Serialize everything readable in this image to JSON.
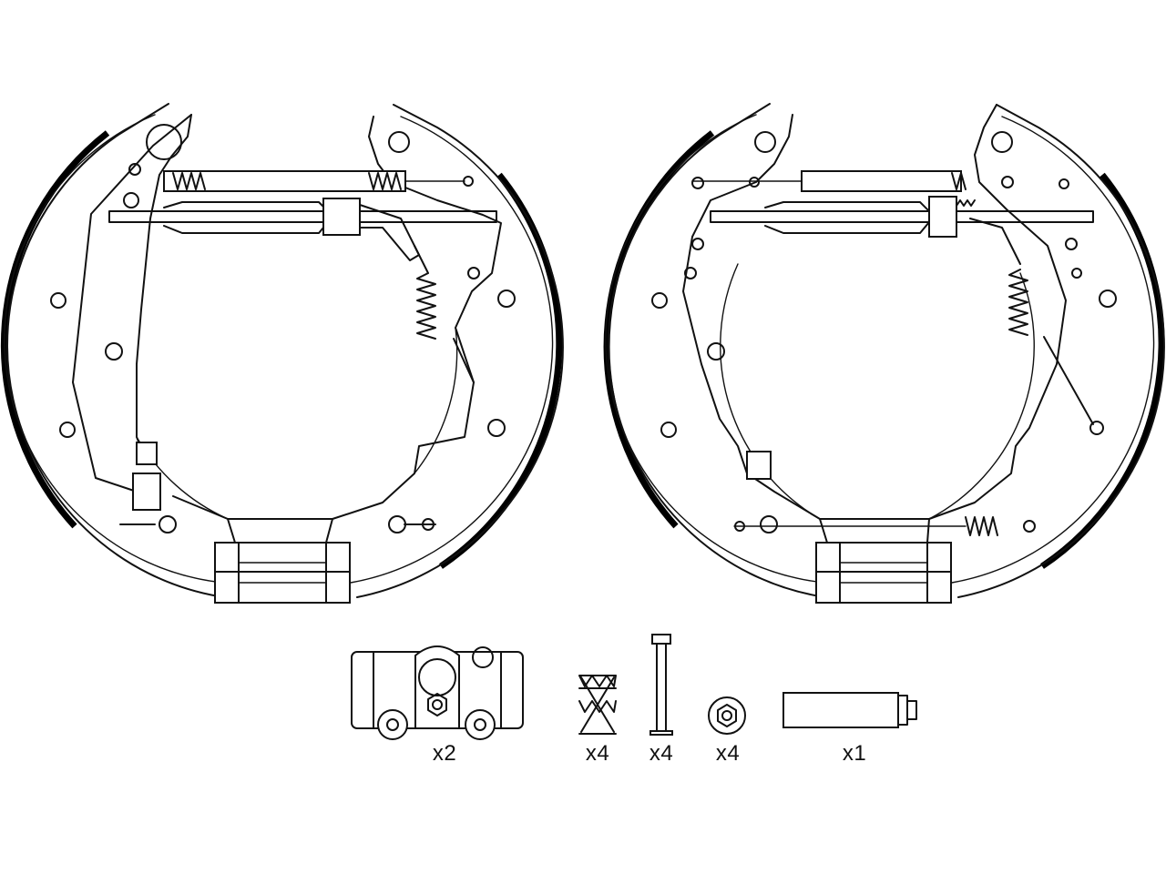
{
  "parts": [
    {
      "icon": "wheel-cylinder-icon",
      "qty": "x2"
    },
    {
      "icon": "spring-icon",
      "qty": "x4"
    },
    {
      "icon": "pin-icon",
      "qty": "x4"
    },
    {
      "icon": "cup-washer-icon",
      "qty": "x4"
    },
    {
      "icon": "adjuster-strut-icon",
      "qty": "x1"
    }
  ],
  "colors": {
    "line": "#111111",
    "background": "#ffffff"
  }
}
